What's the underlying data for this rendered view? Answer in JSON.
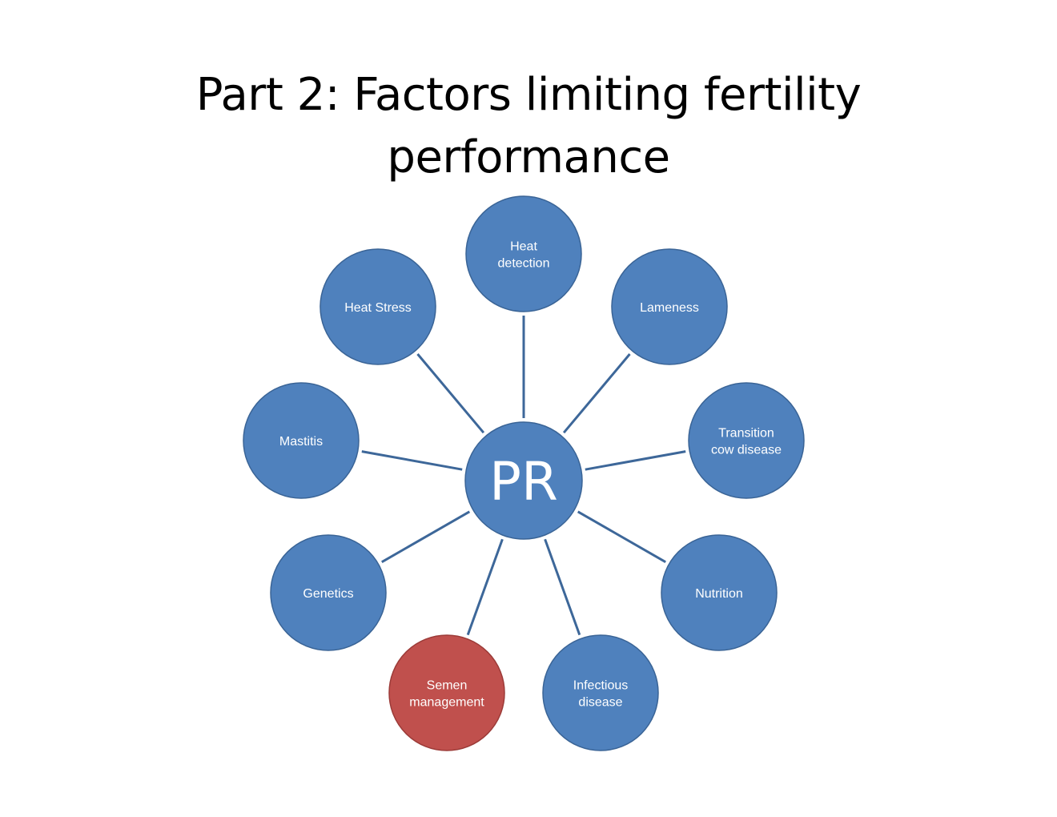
{
  "slide": {
    "title_line1": "Part 2: Factors limiting fertility",
    "title_line2": "performance"
  },
  "diagram": {
    "colors": {
      "node_fill": "#4f81bd",
      "node_border": "#3a6496",
      "highlight_fill": "#c0504d",
      "highlight_border": "#9c3b38",
      "connector": "#3d6799",
      "label": "#ffffff"
    },
    "center": {
      "label": "PR"
    },
    "nodes": [
      {
        "id": "heat-detection",
        "lines": [
          "Heat",
          "detection"
        ],
        "highlight": false
      },
      {
        "id": "lameness",
        "lines": [
          "Lameness"
        ],
        "highlight": false
      },
      {
        "id": "transition-cow-disease",
        "lines": [
          "Transition",
          "cow disease"
        ],
        "highlight": false
      },
      {
        "id": "nutrition",
        "lines": [
          "Nutrition"
        ],
        "highlight": false
      },
      {
        "id": "infectious-disease",
        "lines": [
          "Infectious",
          "disease"
        ],
        "highlight": false
      },
      {
        "id": "semen-management",
        "lines": [
          "Semen",
          "management"
        ],
        "highlight": true
      },
      {
        "id": "genetics",
        "lines": [
          "Genetics"
        ],
        "highlight": false
      },
      {
        "id": "mastitis",
        "lines": [
          "Mastitis"
        ],
        "highlight": false
      },
      {
        "id": "heat-stress",
        "lines": [
          "Heat Stress"
        ],
        "highlight": false
      }
    ]
  }
}
